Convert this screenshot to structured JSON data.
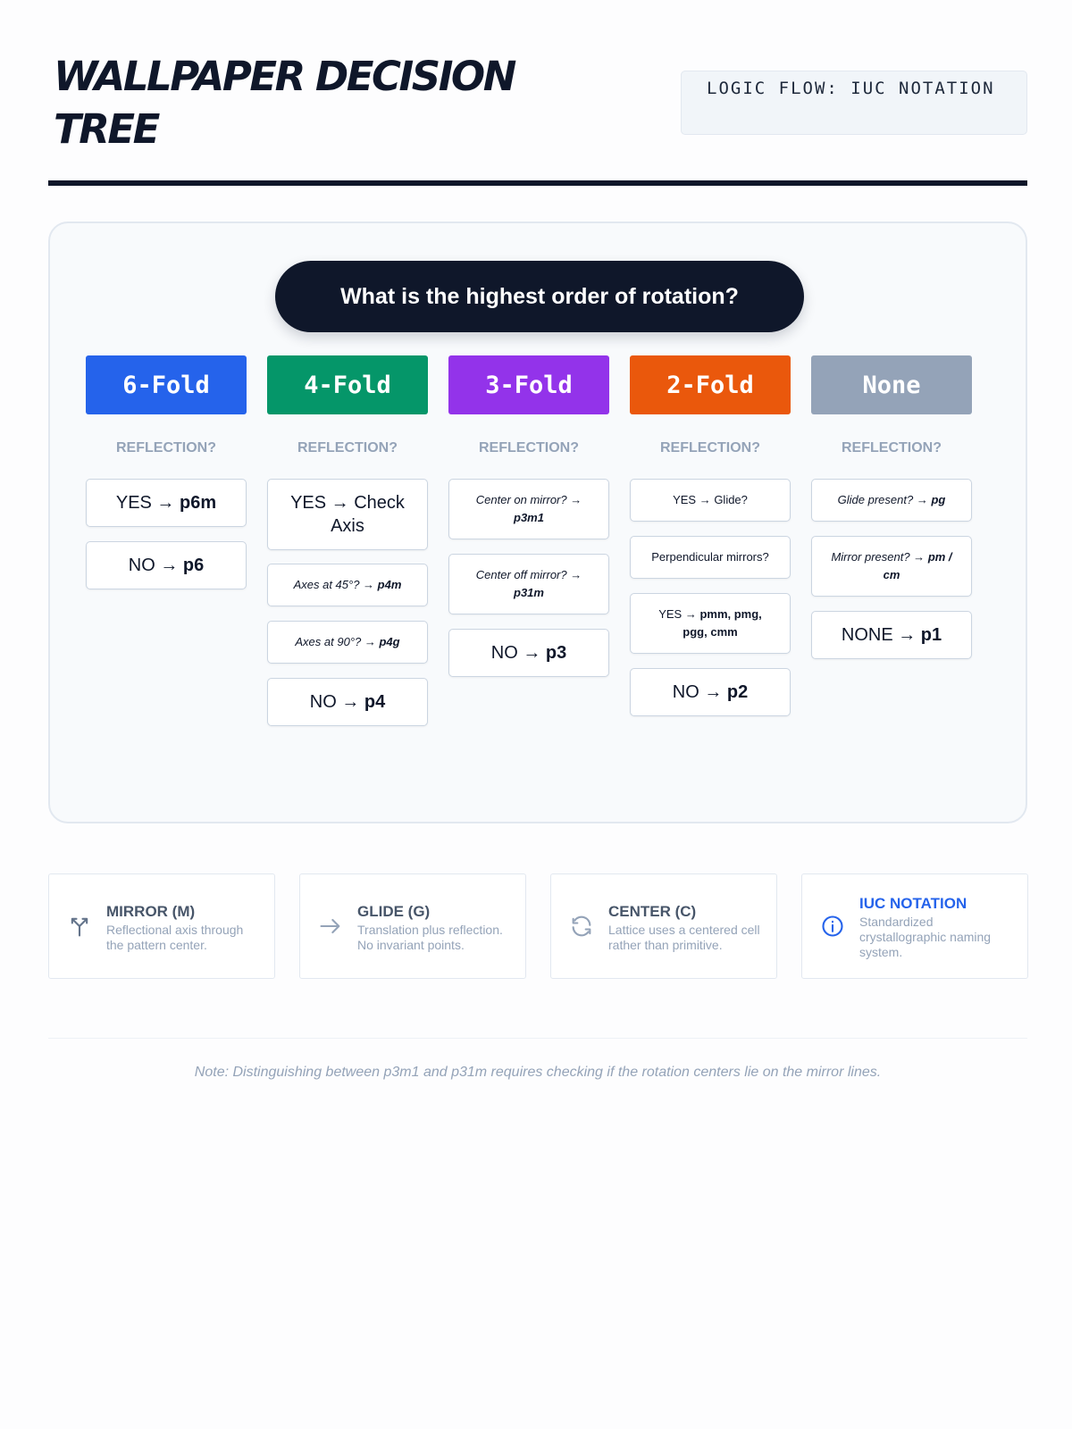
{
  "header": {
    "title": "Wallpaper Decision Tree",
    "tag": "LOGIC FLOW: IUC NOTATION"
  },
  "question": "What is the highest order of rotation?",
  "reflection_label": "REFLECTION?",
  "colors": {
    "six_fold": "#2563eb",
    "four_fold": "#059669",
    "three_fold": "#9333ea",
    "two_fold": "#ea580c",
    "none": "#94a3b8",
    "dark": "#0f172a",
    "iuc_accent": "#2563eb"
  },
  "columns": [
    {
      "label": "6-Fold",
      "items": [
        {
          "lead": "YES →",
          "bold": "p6m"
        },
        {
          "lead": "NO →",
          "bold": "p6"
        }
      ]
    },
    {
      "label": "4-Fold",
      "items": [
        {
          "text": "YES → Check Axis"
        },
        {
          "lead": "Axes at 45°? →",
          "bold": "p4m"
        },
        {
          "lead": "Axes at 90°? →",
          "bold": "p4g"
        },
        {
          "lead": "NO →",
          "bold": "p4"
        }
      ]
    },
    {
      "label": "3-Fold",
      "items": [
        {
          "lead": "Center on mirror? →",
          "bold": "p3m1"
        },
        {
          "lead": "Center off mirror? →",
          "bold": "p31m"
        },
        {
          "lead": "NO →",
          "bold": "p3"
        }
      ]
    },
    {
      "label": "2-Fold",
      "items": [
        {
          "text": "YES → Glide?"
        },
        {
          "text": "Perpendicular mirrors?"
        },
        {
          "lead": "YES →",
          "bold": "pmm, pmg, pgg, cmm"
        },
        {
          "lead": "NO →",
          "bold": "p2"
        }
      ]
    },
    {
      "label": "None",
      "items": [
        {
          "lead": "Glide present? →",
          "bold": "pg"
        },
        {
          "lead": "Mirror present? →",
          "bold": "pm / cm"
        },
        {
          "lead": "NONE →",
          "bold": "p1"
        }
      ]
    }
  ],
  "legend": [
    {
      "icon": "mirror-split-icon",
      "title": "MIRROR (M)",
      "desc": "Reflectional axis through the pattern center."
    },
    {
      "icon": "arrow-right-icon",
      "title": "GLIDE (G)",
      "desc": "Translation plus reflection. No invariant points."
    },
    {
      "icon": "refresh-icon",
      "title": "CENTER (C)",
      "desc": "Lattice uses a centered cell rather than primitive."
    },
    {
      "icon": "info-circle-icon",
      "title": "IUC NOTATION",
      "desc": "Standardized crystallographic naming system."
    }
  ],
  "note": "Note: Distinguishing between p3m1 and p31m requires checking if the rotation centers lie on the mirror lines."
}
